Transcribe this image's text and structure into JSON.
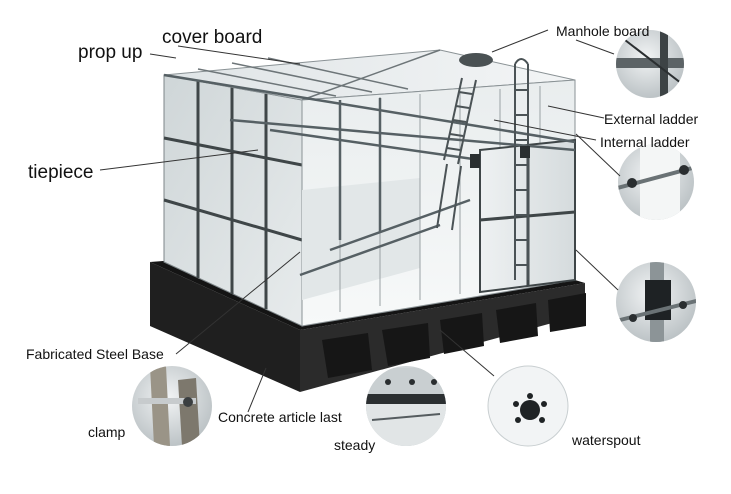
{
  "labels": {
    "cover_board": "cover board",
    "prop_up": "prop up",
    "tiepiece": "tiepiece",
    "manhole_board": "Manhole board",
    "external_ladder": "External ladder",
    "internal_ladder": "Internal ladder",
    "fabricated_steel_base": "Fabricated Steel Base",
    "clamp": "clamp",
    "concrete_article_last": "Concrete article last",
    "steady": "steady",
    "waterspout": "waterspout"
  },
  "colors": {
    "panel": "#d9dfe1",
    "panel_light": "#eef2f3",
    "frame": "#3f4648",
    "base": "#1c1c1c",
    "leader": "#333333"
  }
}
